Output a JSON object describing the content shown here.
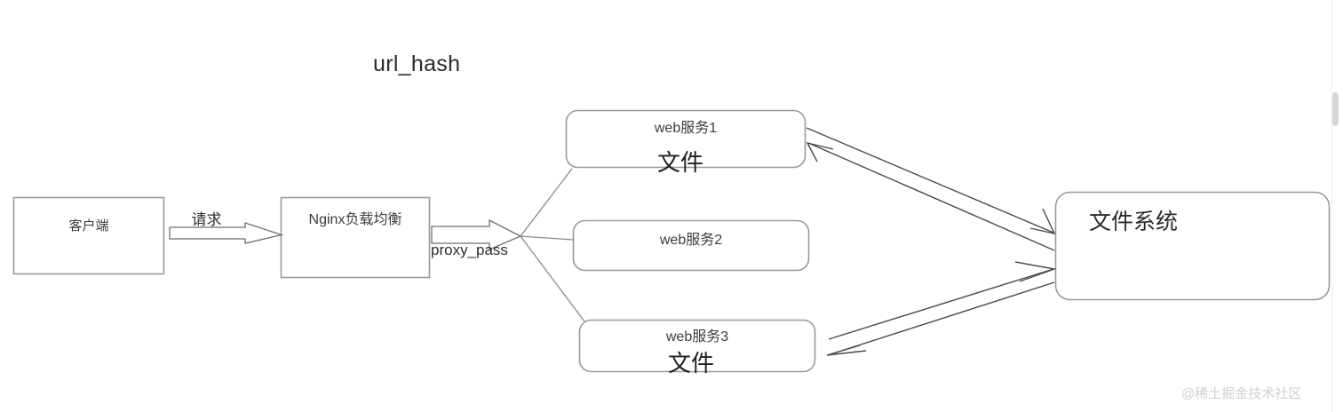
{
  "diagram": {
    "title": "url_hash",
    "watermark": "@稀土掘金技术社区",
    "nodes": {
      "client": {
        "label": "客户端",
        "shape": "rectangle"
      },
      "nginx": {
        "label": "Nginx负载均衡",
        "shape": "rectangle"
      },
      "web1": {
        "label": "web服务1",
        "sublabel": "文件",
        "shape": "rounded-rectangle"
      },
      "web2": {
        "label": "web服务2",
        "sublabel": "",
        "shape": "rounded-rectangle"
      },
      "web3": {
        "label": "web服务3",
        "sublabel": "文件",
        "shape": "rounded-rectangle"
      },
      "filesystem": {
        "label": "文件系统",
        "shape": "rounded-rectangle"
      }
    },
    "edges": {
      "request": {
        "label": "请求",
        "style": "block-arrow",
        "from": "client",
        "to": "nginx"
      },
      "proxy_pass": {
        "label": "proxy_pass",
        "style": "block-arrow",
        "from": "nginx",
        "to": "fanout"
      },
      "fanout_web1": {
        "label": "",
        "style": "line",
        "from": "fanout",
        "to": "web1"
      },
      "fanout_web2": {
        "label": "",
        "style": "line",
        "from": "fanout",
        "to": "web2"
      },
      "fanout_web3": {
        "label": "",
        "style": "line",
        "from": "fanout",
        "to": "web3"
      },
      "web1_fs": {
        "label": "",
        "style": "double-arrow",
        "from": "web1",
        "to": "filesystem"
      },
      "web3_fs": {
        "label": "",
        "style": "double-arrow",
        "from": "web3",
        "to": "filesystem"
      }
    },
    "colors": {
      "stroke": "#8a8a8a",
      "arrow_stroke": "#4a4a4a",
      "text": "#3d3d3d",
      "background": "#ffffff",
      "watermark": "#d0d0d0"
    }
  }
}
